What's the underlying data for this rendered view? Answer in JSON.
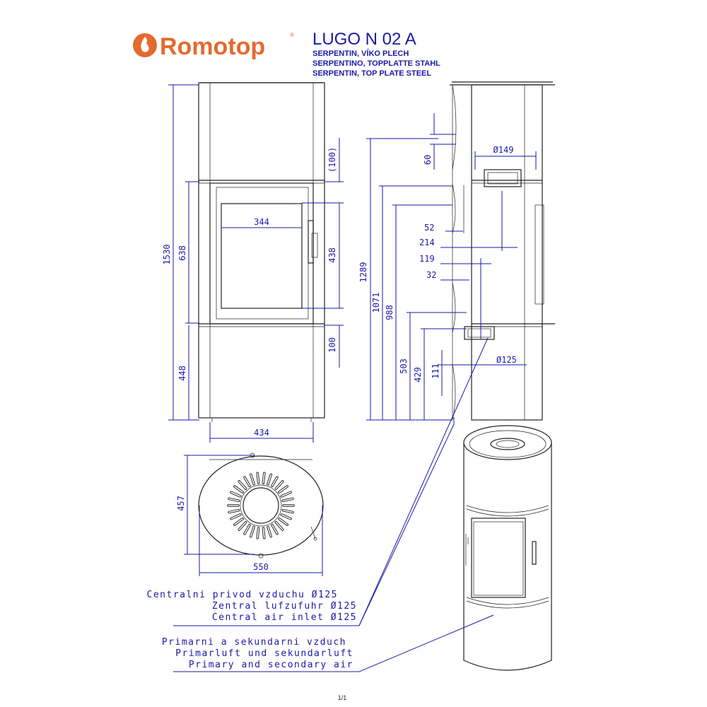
{
  "header": {
    "brand": "Romotop",
    "registered": "®",
    "model": "LUGO N 02 A",
    "subtitles": [
      "SERPENTIN, VÍKO PLECH",
      "SERPENTINO, TOPPLATTE STAHL",
      "SERPENTIN, TOP PLATE STEEL"
    ]
  },
  "dimensions": {
    "total_height": "1530",
    "upper_body": "638",
    "lower_body": "448",
    "top_gap": "(100)",
    "glass_height": "438",
    "bottom_gap": "100",
    "glass_width": "344",
    "front_width": "434",
    "top_depth": "457",
    "top_width": "550",
    "side_60": "60",
    "flue_diam": "Ø149",
    "side_1289": "1289",
    "side_1071": "1071",
    "side_988": "988",
    "side_52": "52",
    "side_214": "214",
    "side_119": "119",
    "side_32": "32",
    "side_503": "503",
    "side_429": "429",
    "side_111": "111",
    "air_diam": "Ø125"
  },
  "notes": {
    "central_air": [
      "Centralni privod vzduchu Ø125",
      "Zentral lufzufuhr Ø125",
      "Central air inlet Ø125"
    ],
    "primary_air": [
      "Primarni a sekundarni vzduch",
      "Primarluft und sekundarluft",
      "Primary and secondary air"
    ]
  },
  "footer": {
    "page": "1/1"
  },
  "colors": {
    "dimension": "#1a1aa8",
    "brand": "#e46a2e",
    "line": "#222222"
  },
  "icons": {
    "brand_logo": "flame-icon"
  }
}
